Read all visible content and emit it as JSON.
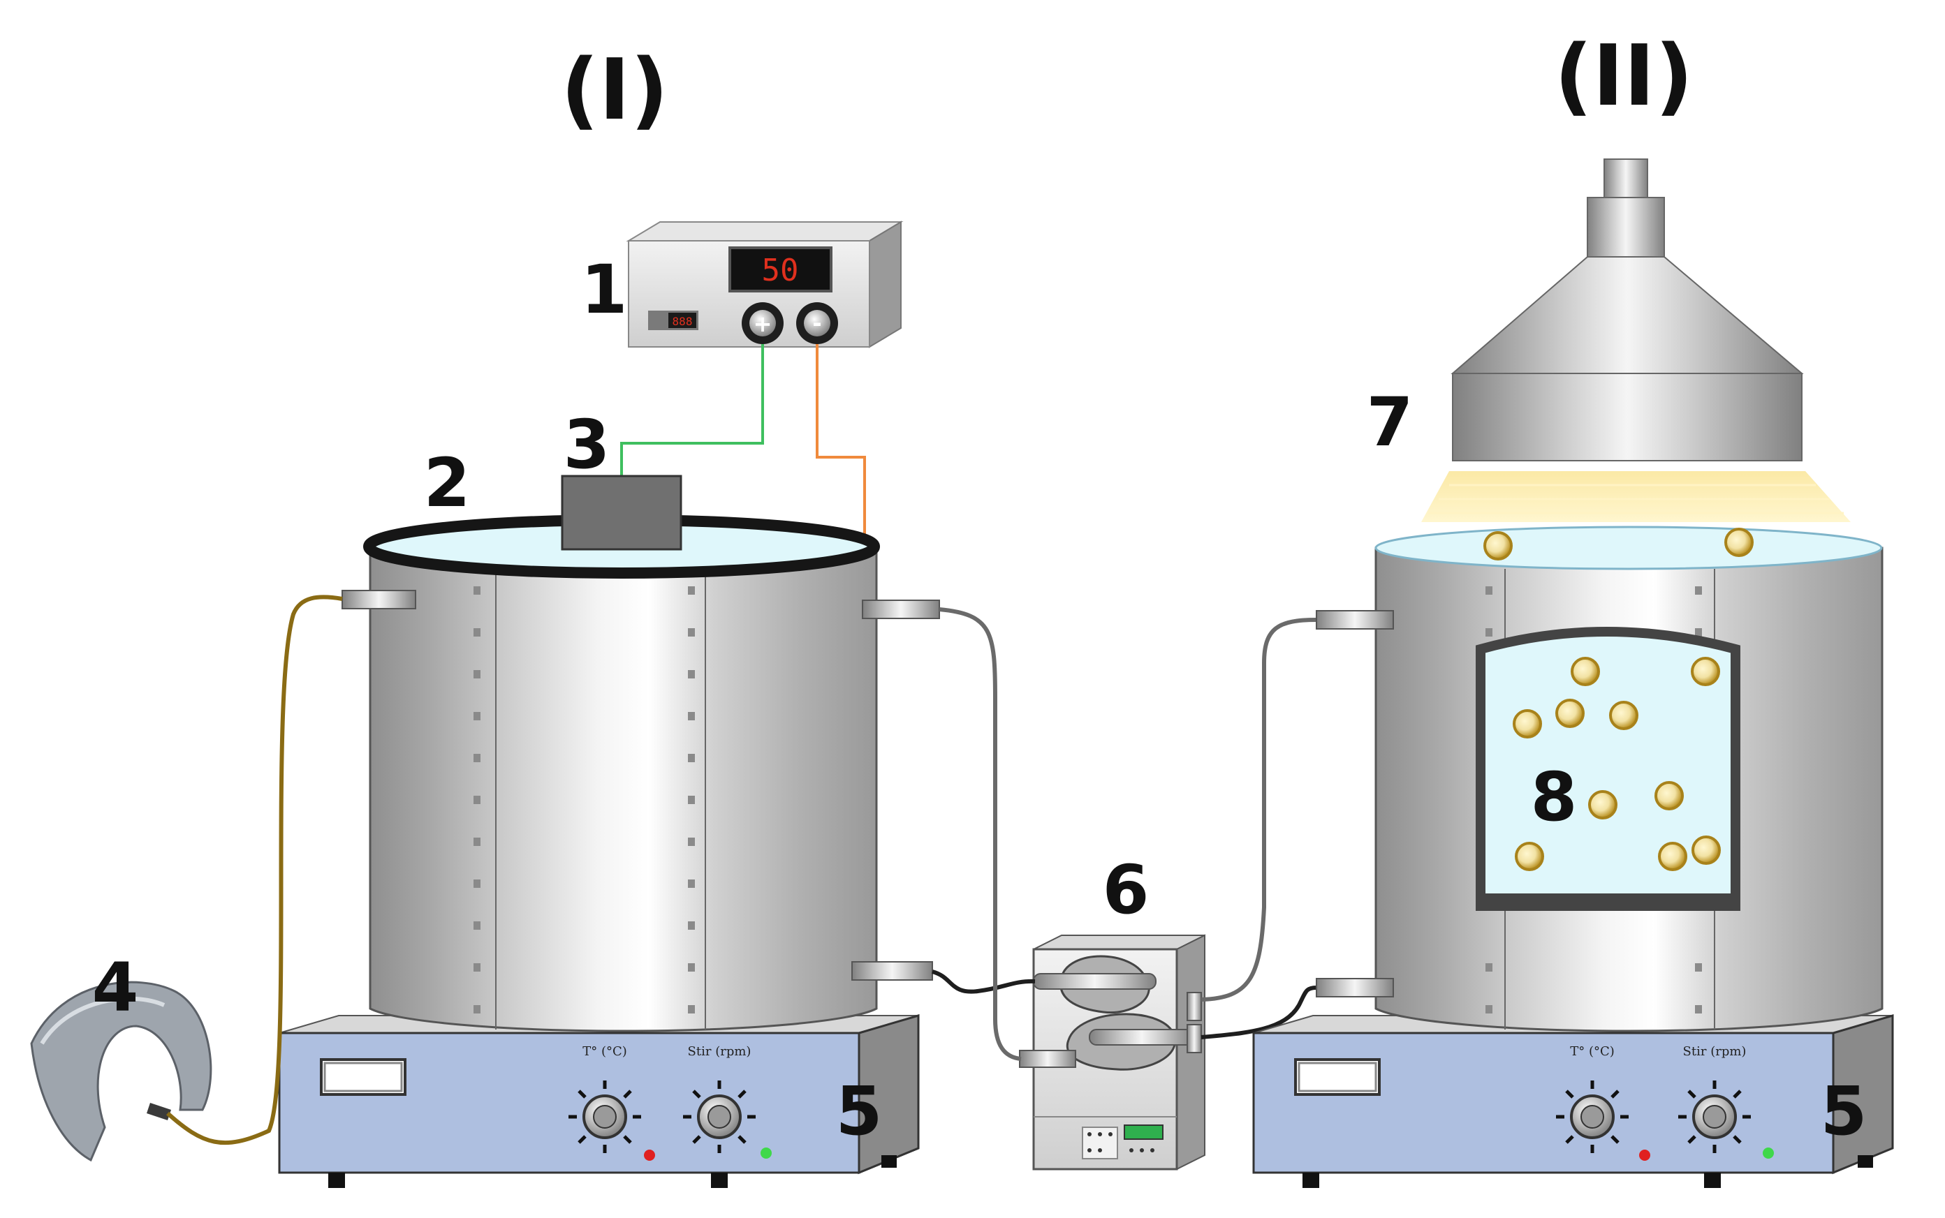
{
  "sections": {
    "left": "(I)",
    "right": "(II)"
  },
  "labels": {
    "power_supply": "1",
    "electrode_ring": "2",
    "electrode_plate": "3",
    "air_pump": "4",
    "stirrer_left": "5",
    "stirrer_right": "5",
    "peristaltic_pump": "6",
    "lamp": "7",
    "photoreactor_window": "8"
  },
  "power_supply": {
    "display": "50",
    "plus": "+",
    "minus": "-",
    "mini_display": "888"
  },
  "stirrer": {
    "temp_label": "T° (°C)",
    "stir_label": "Stir (rpm)"
  },
  "colors": {
    "steel": "#b4b4b4",
    "hotplate": "#aebfe0",
    "water": "#dff7fb",
    "particle": "#c9a431",
    "light": "#f8e59b",
    "wire_plus": "#3fbf5f",
    "wire_minus": "#f08a3c",
    "air_tube": "#8a6b14"
  }
}
